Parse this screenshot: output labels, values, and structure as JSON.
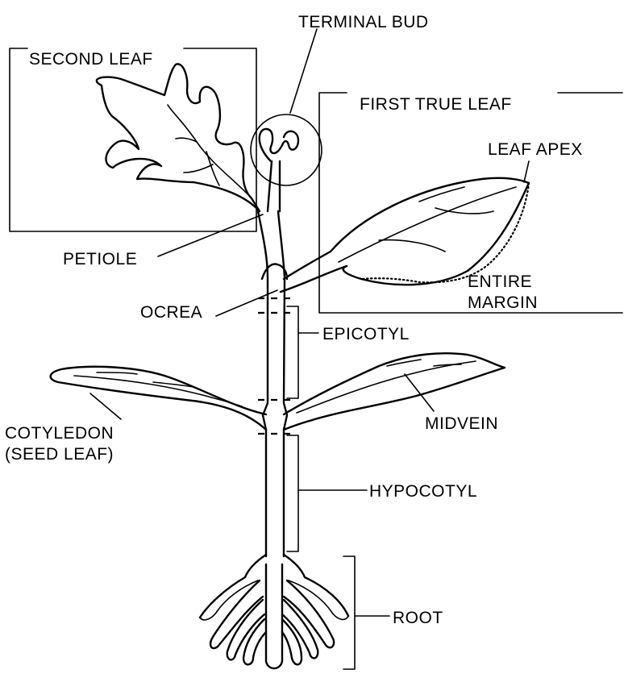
{
  "labels": {
    "terminal_bud": "TERMINAL BUD",
    "second_leaf": "SECOND LEAF",
    "first_true_leaf": "FIRST TRUE LEAF",
    "leaf_apex": "LEAF APEX",
    "petiole": "PETIOLE",
    "ocrea": "OCREA",
    "entire_margin_line1": "ENTIRE",
    "entire_margin_line2": "MARGIN",
    "epicotyl": "EPICOTYL",
    "cotyledon_line1": "COTYLEDON",
    "cotyledon_line2": "(SEED LEAF)",
    "midvein": "MIDVEIN",
    "hypocotyl": "HYPOCOTYL",
    "root": "ROOT"
  }
}
